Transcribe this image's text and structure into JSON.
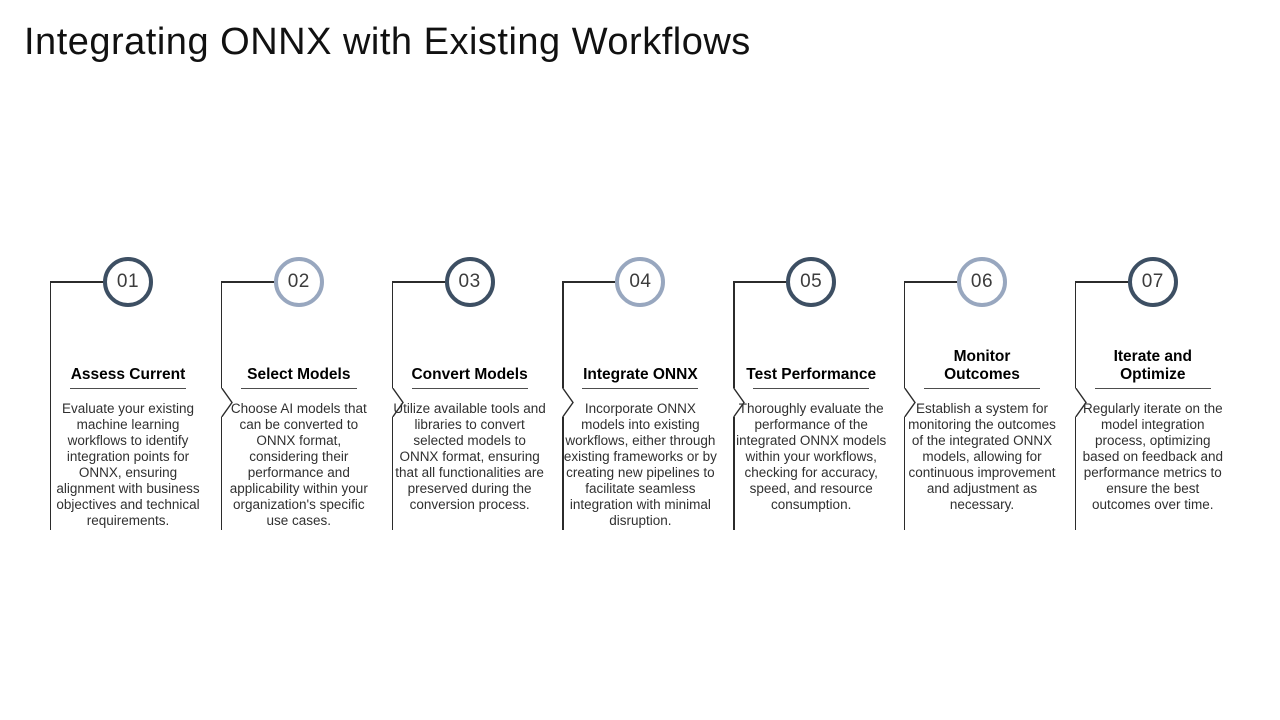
{
  "slide": {
    "title": "Integrating ONNX with Existing Workflows",
    "background": "#ffffff"
  },
  "colors": {
    "dark_circle": "#3d4f63",
    "light_circle": "#98a7bf",
    "line": "#2b2b2b",
    "number": "#3c3c3c",
    "step_title": "#000000",
    "description": "#303030"
  },
  "steps": [
    {
      "number": "01",
      "accent": "dark",
      "chevron": false,
      "title": "Assess Current",
      "description": "Evaluate your existing machine learning workflows to identify integration points for ONNX, ensuring alignment with business objectives and technical requirements."
    },
    {
      "number": "02",
      "accent": "light",
      "chevron": true,
      "title": "Select Models",
      "description": "Choose AI models that can be converted to ONNX format, considering their performance and applicability within your organization's specific use cases."
    },
    {
      "number": "03",
      "accent": "dark",
      "chevron": true,
      "title": "Convert Models",
      "description": "Utilize available tools and libraries to convert selected models to ONNX format, ensuring that all functionalities are preserved during the conversion process."
    },
    {
      "number": "04",
      "accent": "light",
      "chevron": true,
      "title": "Integrate ONNX",
      "description": "Incorporate ONNX models into existing workflows, either through existing frameworks or by creating new pipelines to facilitate seamless integration with minimal disruption."
    },
    {
      "number": "05",
      "accent": "dark",
      "chevron": true,
      "title": "Test Performance",
      "description": "Thoroughly evaluate the performance of the integrated ONNX models within your workflows, checking for accuracy, speed, and resource consumption."
    },
    {
      "number": "06",
      "accent": "light",
      "chevron": true,
      "title": "Monitor\nOutcomes",
      "description": "Establish a system for monitoring the outcomes of the integrated ONNX models, allowing for continuous improvement and adjustment as necessary."
    },
    {
      "number": "07",
      "accent": "dark",
      "chevron": true,
      "title": "Iterate and\nOptimize",
      "description": "Regularly iterate on the model integration process, optimizing based on feedback and performance metrics to ensure the best outcomes over time."
    }
  ]
}
